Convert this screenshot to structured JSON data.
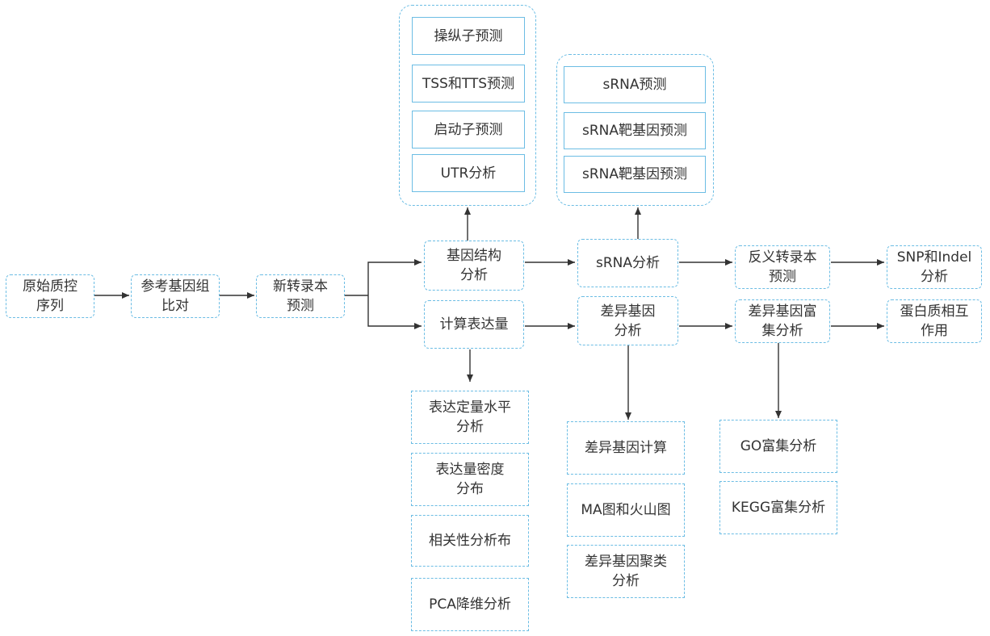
{
  "nodes": {
    "raw_qc": "原始质控\n序列",
    "ref_align": "参考基因组\n比对",
    "novel_tx": "新转录本\n预测",
    "gene_struct": "基因结构\n分析",
    "calc_expr": "计算表达量",
    "srna_analysis": "sRNA分析",
    "diff_gene": "差异基因\n分析",
    "antisense": "反义转录本\n预测",
    "diff_enrich": "差异基因富\n集分析",
    "snp_indel": "SNP和Indel\n分析",
    "ppi": "蛋白质相互\n作用"
  },
  "gene_struct_group": [
    "操纵子预测",
    "TSS和TTS预测",
    "启动子预测",
    "UTR分析"
  ],
  "srna_group": [
    "sRNA预测",
    "sRNA靶基因预测",
    "sRNA靶基因预测"
  ],
  "expr_subs": [
    "表达定量水平\n分析",
    "表达量密度\n分布",
    "相关性分析布",
    "PCA降维分析"
  ],
  "diff_subs": [
    "差异基因计算",
    "MA图和火山图",
    "差异基因聚类\n分析"
  ],
  "enrich_subs": [
    "GO富集分析",
    "KEGG富集分析"
  ],
  "colors": {
    "border": "#6cbde4",
    "arrow": "#333333"
  }
}
